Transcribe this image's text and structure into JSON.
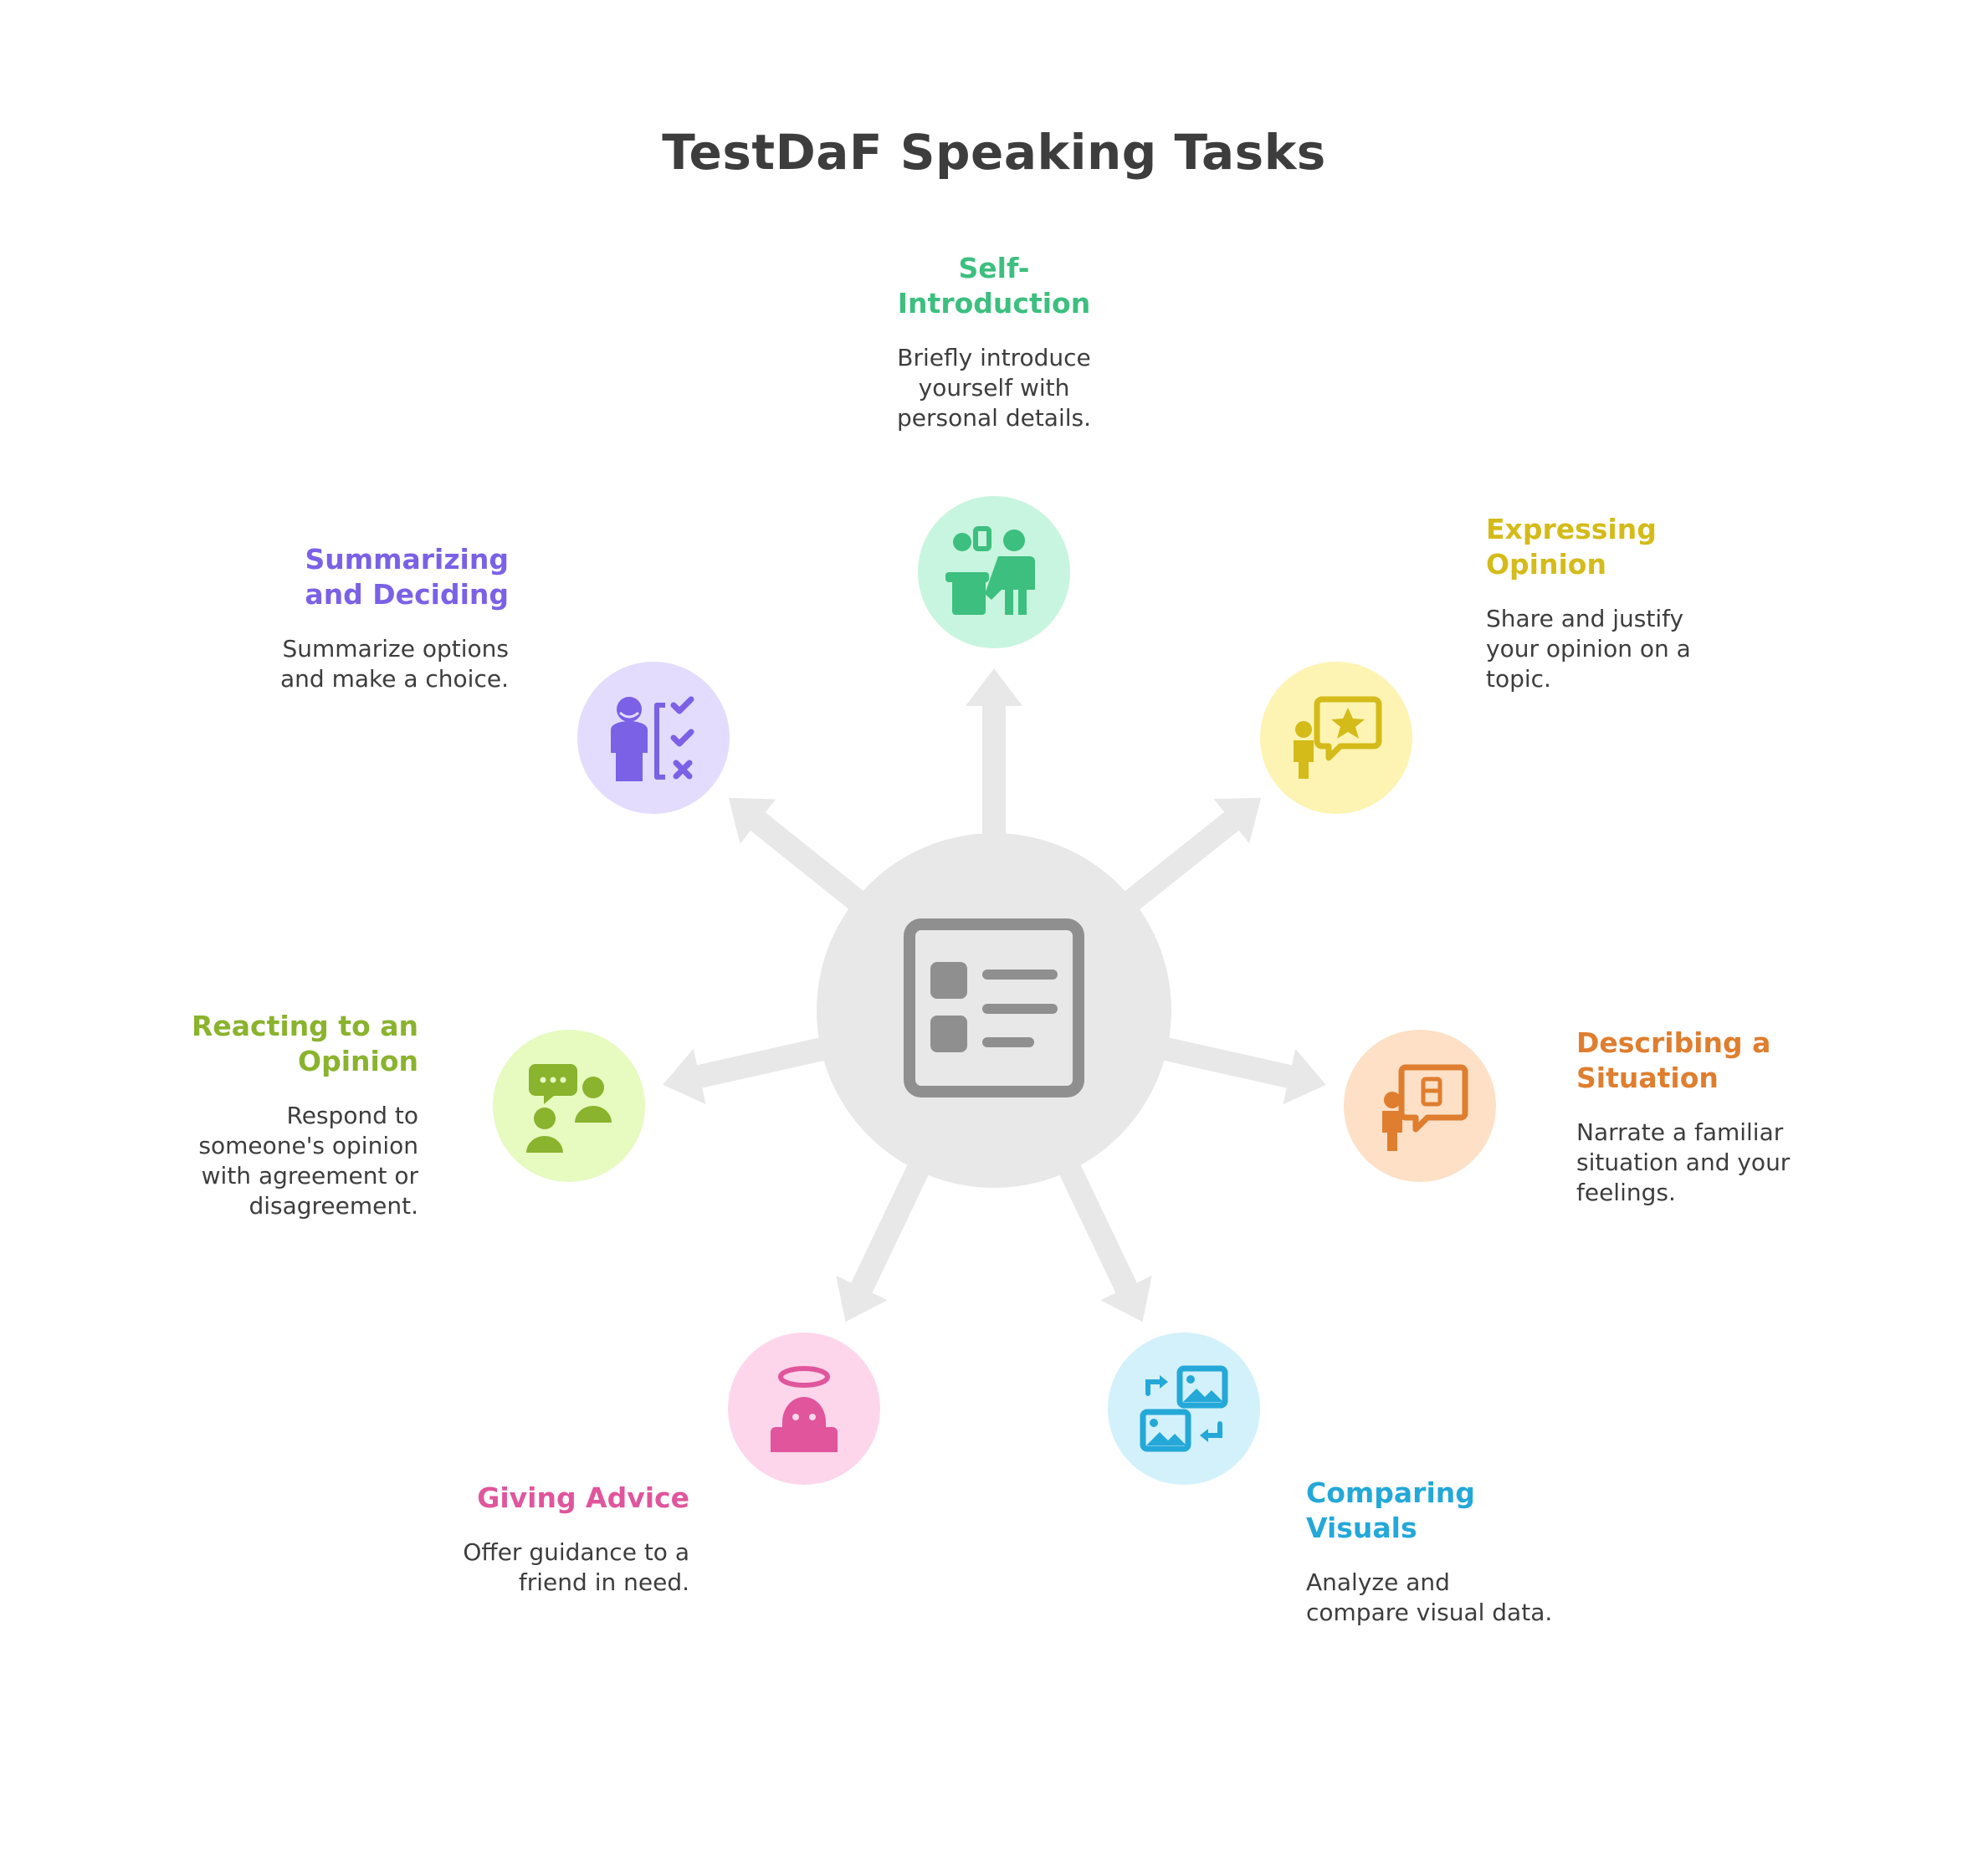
{
  "title": "TestDaF Speaking Tasks",
  "colors": {
    "hub_fill": "#e8e8e8",
    "hub_icon": "#8f8f8f",
    "arrow": "#e8e8e8",
    "text_dark": "#3d3d3d"
  },
  "center": {
    "icon": "document-list-icon"
  },
  "tasks": [
    {
      "id": "self-introduction",
      "title": "Self-Introduction",
      "title_lines": [
        "Self-",
        "Introduction"
      ],
      "desc_lines": [
        "Briefly introduce",
        "yourself with",
        "personal details."
      ],
      "color": "#3dbf7f",
      "bg": "#c8f5df",
      "icon": "presenter-icon"
    },
    {
      "id": "expressing-opinion",
      "title": "Expressing Opinion",
      "title_lines": [
        "Expressing",
        "Opinion"
      ],
      "desc_lines": [
        "Share and justify",
        "your opinion on a",
        "topic."
      ],
      "color": "#d4bb1a",
      "bg": "#fdf4b3",
      "icon": "opinion-star-icon"
    },
    {
      "id": "describing-situation",
      "title": "Describing a Situation",
      "title_lines": [
        "Describing a",
        "Situation"
      ],
      "desc_lines": [
        "Narrate a familiar",
        "situation and your",
        "feelings."
      ],
      "color": "#df7e2f",
      "bg": "#fde0c6",
      "icon": "narration-board-icon"
    },
    {
      "id": "comparing-visuals",
      "title": "Comparing Visuals",
      "title_lines": [
        "Comparing",
        "Visuals"
      ],
      "desc_lines": [
        "Analyze and",
        "compare visual data."
      ],
      "color": "#24a8d8",
      "bg": "#d2f1fb",
      "icon": "compare-images-icon"
    },
    {
      "id": "giving-advice",
      "title": "Giving Advice",
      "title_lines": [
        "Giving Advice"
      ],
      "desc_lines": [
        "Offer guidance to a",
        "friend in need."
      ],
      "color": "#e0559c",
      "bg": "#fdd6ec",
      "icon": "angel-icon"
    },
    {
      "id": "reacting-opinion",
      "title": "Reacting to an Opinion",
      "title_lines": [
        "Reacting to an",
        "Opinion"
      ],
      "desc_lines": [
        "Respond to",
        "someone's opinion",
        "with agreement or",
        "disagreement."
      ],
      "color": "#8ab32e",
      "bg": "#e7fac0",
      "icon": "conversation-icon"
    },
    {
      "id": "summarizing-deciding",
      "title": "Summarizing and Deciding",
      "title_lines": [
        "Summarizing",
        "and Deciding"
      ],
      "desc_lines": [
        "Summarize options",
        "and make a choice."
      ],
      "color": "#7b61e6",
      "bg": "#e3dcfd",
      "icon": "decision-checklist-icon"
    }
  ]
}
